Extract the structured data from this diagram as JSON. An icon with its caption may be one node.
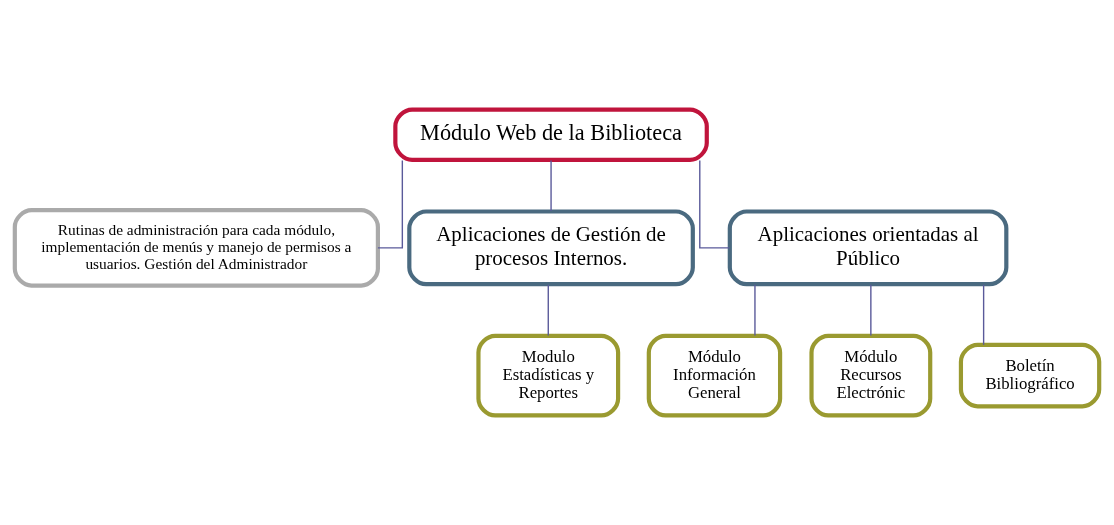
{
  "diagram": {
    "nodes": [
      {
        "text": [
          "Módulo Web de la Biblioteca"
        ]
      },
      {
        "text": [
          "Rutinas de administración para cada módulo, implementación de menús y manejo de permisos a usuarios. Gestión del Administrador"
        ]
      },
      {
        "text": [
          "Aplicaciones de Gestión de procesos Internos."
        ]
      },
      {
        "text": [
          "Aplicaciones orientadas al Público"
        ]
      },
      {
        "text": [
          "Modulo Estadísticas y Reportes"
        ]
      },
      {
        "text": [
          "Módulo Información General"
        ]
      },
      {
        "text": [
          "Módulo Recursos Electrónic"
        ]
      },
      {
        "text": [
          "Boletín Bibliográfico"
        ]
      }
    ],
    "edges": [
      {
        "from": 0,
        "to": 1,
        "arrow": "none"
      },
      {
        "from": 0,
        "to": 2,
        "arrow": "none"
      },
      {
        "from": 0,
        "to": 3,
        "arrow": "none"
      },
      {
        "from": 2,
        "to": 4,
        "arrow": "none"
      },
      {
        "from": 3,
        "to": 5,
        "arrow": "none"
      },
      {
        "from": 3,
        "to": 6,
        "arrow": "none"
      },
      {
        "from": 3,
        "to": 7,
        "arrow": "none"
      }
    ]
  }
}
